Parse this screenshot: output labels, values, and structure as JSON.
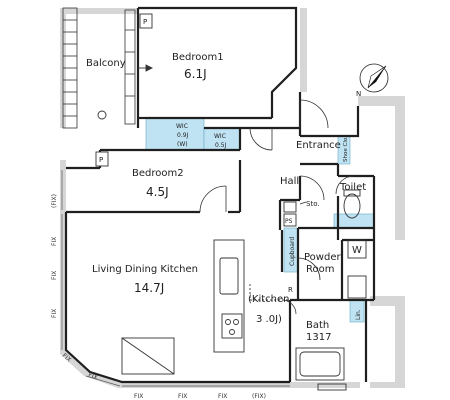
{
  "rooms": {
    "balcony": "Balcony",
    "bedroom1": {
      "name": "Bedroom1",
      "area": "6.1J"
    },
    "bedroom2": {
      "name": "Bedroom2",
      "area": "4.5J"
    },
    "ldk": {
      "name": "Living Dining Kitchen",
      "area": "14.7J"
    },
    "kitchen": {
      "name": "(Kitchen",
      "area": "3 .0J)"
    },
    "hall": "Hall",
    "entrance": "Entrance",
    "toilet": "Toilet",
    "powder": {
      "line1": "Powder",
      "line2": "Room"
    },
    "bath": {
      "name": "Bath",
      "size": "1317"
    },
    "wic1": {
      "name": "WIC",
      "area": "0.9J",
      "note": "(W)"
    },
    "wic2": {
      "name": "WIC",
      "area": "0.5J"
    }
  },
  "labels": {
    "shoes": "Shoe Clo.",
    "sto": "Sto.",
    "ps": "PS",
    "p": "P",
    "cupboard": "Cupboard",
    "r": "R",
    "w": "W",
    "lin": "Lin.",
    "fix": "FIX",
    "fix_paren": "(FIX)"
  },
  "compass": "N",
  "colors": {
    "wall": "#1f1f1f",
    "shade": "#d4d4d4",
    "closet": "#bfe3f2"
  }
}
